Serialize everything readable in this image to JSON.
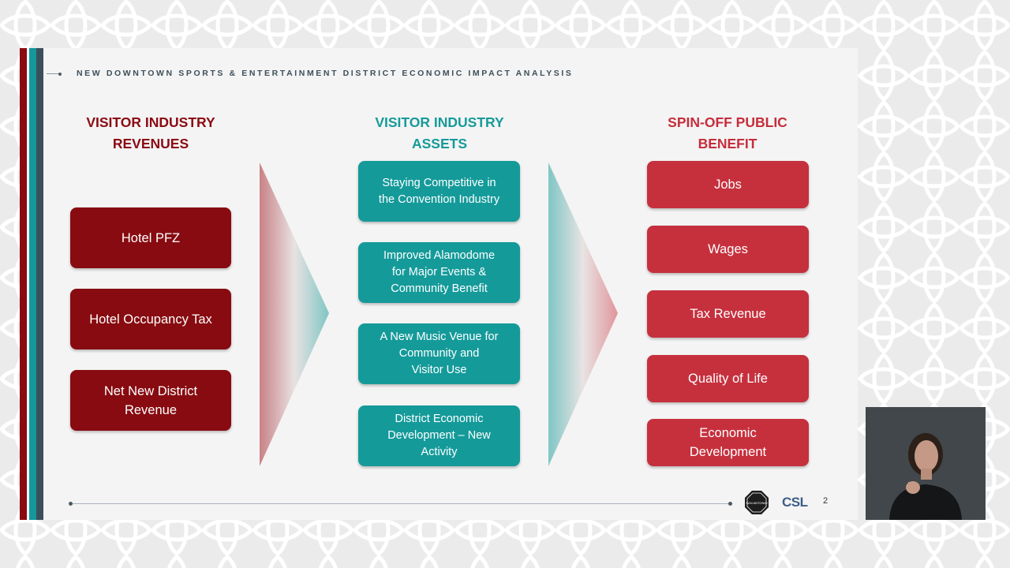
{
  "header": {
    "title": "NEW DOWNTOWN SPORTS & ENTERTAINMENT DISTRICT ECONOMIC IMPACT ANALYSIS"
  },
  "columns": {
    "revenues": {
      "title_line1": "VISITOR INDUSTRY",
      "title_line2": "REVENUES",
      "items": [
        {
          "lines": [
            "Hotel PFZ"
          ]
        },
        {
          "lines": [
            "Hotel Occupancy Tax"
          ]
        },
        {
          "lines": [
            "Net New District",
            "Revenue"
          ]
        }
      ]
    },
    "assets": {
      "title_line1": "VISITOR INDUSTRY",
      "title_line2": "ASSETS",
      "items": [
        {
          "lines": [
            "Staying Competitive in",
            "the Convention Industry"
          ]
        },
        {
          "lines": [
            "Improved Alamodome",
            "for Major Events &",
            "Community Benefit"
          ]
        },
        {
          "lines": [
            "A New Music Venue for",
            "Community and",
            "Visitor Use"
          ]
        },
        {
          "lines": [
            "District Economic",
            "Development – New",
            "Activity"
          ]
        }
      ]
    },
    "benefit": {
      "title_line1": "SPIN-OFF PUBLIC",
      "title_line2": "BENEFIT",
      "items": [
        {
          "lines": [
            "Jobs"
          ]
        },
        {
          "lines": [
            "Wages"
          ]
        },
        {
          "lines": [
            "Tax Revenue"
          ]
        },
        {
          "lines": [
            "Quality of Life"
          ]
        },
        {
          "lines": [
            "Economic",
            "Development"
          ]
        }
      ]
    }
  },
  "footer": {
    "logo_text": "SAN ANTONIO",
    "csl_logo": "CSL",
    "page_number": "2"
  },
  "colors": {
    "dark_red": "#870b10",
    "teal": "#159a9a",
    "crimson": "#c6303d",
    "slate": "#3a4f5c"
  },
  "icons": {
    "arrow_left": "chevron-right-gradient-icon",
    "arrow_right": "chevron-right-gradient-icon",
    "san_antonio_logo": "octagon-seal-icon"
  }
}
